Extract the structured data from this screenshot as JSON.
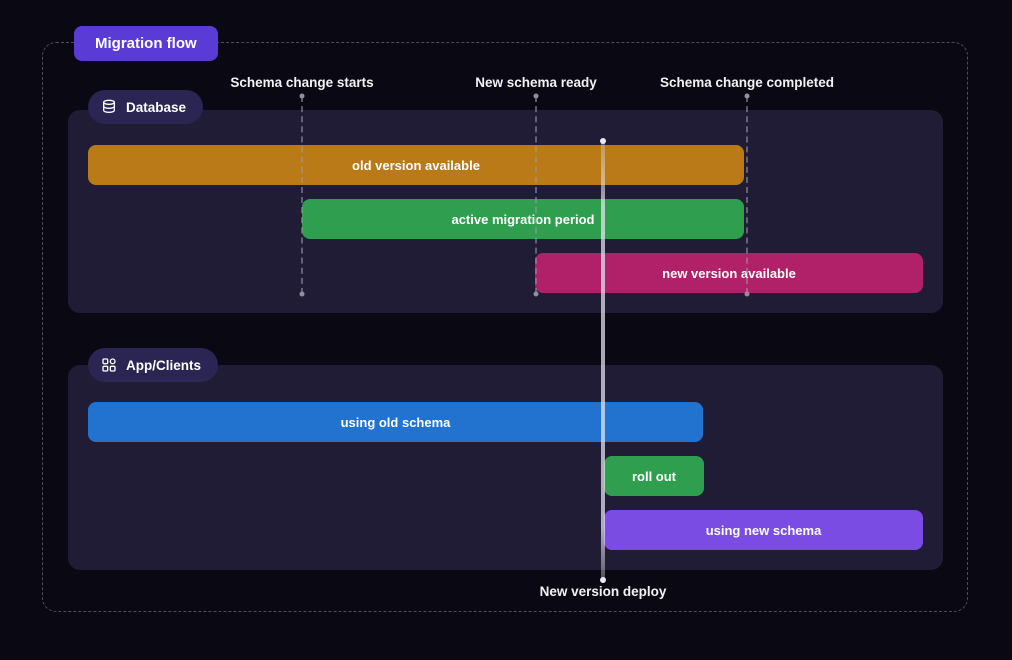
{
  "title": "Migration flow",
  "colors": {
    "background": "#0a0913",
    "panel": "#201c36",
    "badge": "#5b3bd5",
    "pill": "#2a2552",
    "bar_orange": "#b97a17",
    "bar_green": "#2f9e4e",
    "bar_magenta": "#b02169",
    "bar_blue": "#2273d0",
    "bar_purple": "#7a4ce4"
  },
  "milestones": [
    {
      "label": "Schema change starts"
    },
    {
      "label": "New schema ready"
    },
    {
      "label": "Schema change completed"
    }
  ],
  "deploy": {
    "label": "New version deploy"
  },
  "sections": [
    {
      "label": "Database",
      "icon": "database-icon",
      "bars": [
        {
          "label": "old version available",
          "color": "#b97a17"
        },
        {
          "label": "active migration period",
          "color": "#2f9e4e"
        },
        {
          "label": "new version available",
          "color": "#b02169"
        }
      ]
    },
    {
      "label": "App/Clients",
      "icon": "apps-grid-icon",
      "bars": [
        {
          "label": "using old schema",
          "color": "#2273d0"
        },
        {
          "label": "roll out",
          "color": "#2f9e4e"
        },
        {
          "label": "using new schema",
          "color": "#7a4ce4"
        }
      ]
    }
  ]
}
